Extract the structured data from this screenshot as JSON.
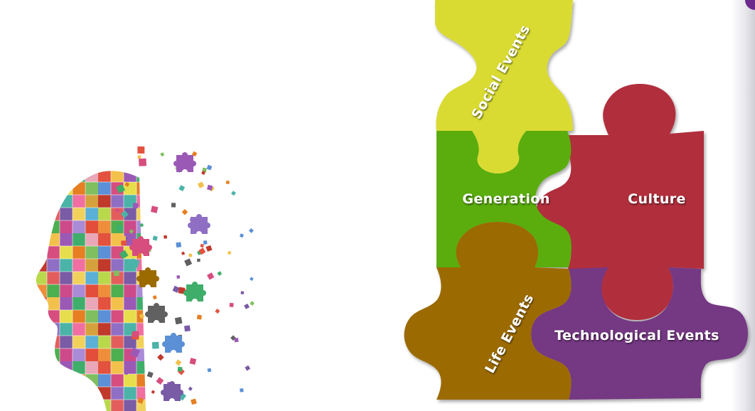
{
  "puzzle": {
    "social_events": "Social Events",
    "generation": "Generation",
    "culture": "Culture",
    "life_events": "Life Events",
    "technological_events": "Technological Events"
  },
  "colors": {
    "social_events": "#d9db33",
    "generation": "#5aad10",
    "culture": "#b12f3c",
    "life_events": "#9b6b00",
    "technological_events": "#743783",
    "accent": "#6a2a8c"
  },
  "icons": {
    "head": "puzzle-head-icon",
    "scatter": "scattered-puzzle-pieces"
  }
}
